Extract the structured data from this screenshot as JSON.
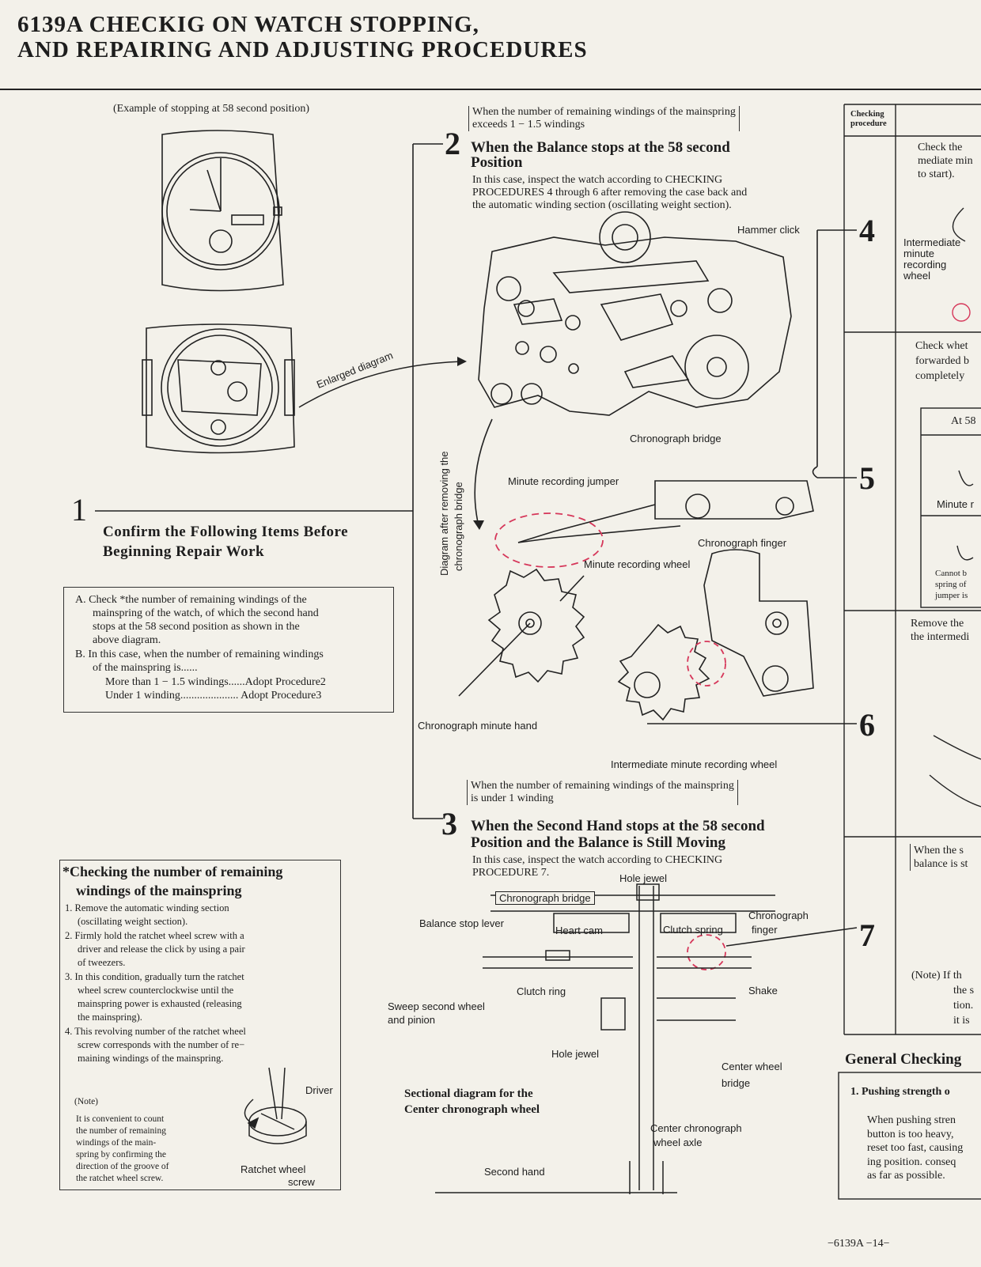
{
  "header": {
    "title_line1": "6139A CHECKIG ON WATCH STOPPING,",
    "title_line2": "AND REPAIRING AND ADJUSTING PROCEDURES"
  },
  "left": {
    "example_caption": "(Example of stopping at 58 second position)",
    "enlarged_label": "Enlarged diagram",
    "step1_number": "1",
    "step1_title_line1": "Confirm the Following Items Before",
    "step1_title_line2": "Beginning Repair Work",
    "confirm_box": {
      "a_1": "A. Check *the number of remaining windings of the",
      "a_2": "mainspring of the watch, of which the second hand",
      "a_3": "stops at the 58 second position as shown in the",
      "a_4": "above diagram.",
      "b_1": "B. In this case, when the number of remaining windings",
      "b_2": "of the mainspring is......",
      "more_than": "More than 1 − 1.5 windings......Adopt Procedure2",
      "under": "Under 1 winding..................... Adopt Procedure3"
    },
    "winding_box": {
      "title_line1": "*Checking the number of remaining",
      "title_line2": "windings of the mainspring",
      "s1_1": "1. Remove the automatic winding section",
      "s1_2": "(oscillating weight section).",
      "s2_1": "2. Firmly hold the ratchet wheel screw with a",
      "s2_2": "driver and release the click by using a pair",
      "s2_3": "of tweezers.",
      "s3_1": "3. In this condition, gradually turn the ratchet",
      "s3_2": "wheel screw counterclockwise until the",
      "s3_3": "mainspring power is exhausted (releasing",
      "s3_4": "the mainspring).",
      "s4_1": "4. This revolving number of the ratchet wheel",
      "s4_2": "screw corresponds with the number of re−",
      "s4_3": "maining windings of the mainspring.",
      "note_label": "(Note)",
      "note_1": "It is convenient to count",
      "note_2": "the number of remaining",
      "note_3": "windings of the main-",
      "note_4": "spring by confirming the",
      "note_5": "direction of the groove of",
      "note_6": "the ratchet wheel screw.",
      "driver_label": "Driver",
      "ratchet_label_1": "Ratchet wheel",
      "ratchet_label_2": "screw"
    }
  },
  "middle": {
    "step2_note_1": "When the number of remaining windings of the mainspring",
    "step2_note_2": "exceeds 1 − 1.5 windings",
    "step2_number": "2",
    "step2_title_1": "When the Balance stops at the 58 second",
    "step2_title_2": "Position",
    "step2_body_1": "In this case, inspect the watch according to CHECKING",
    "step2_body_2": "PROCEDURES 4 through 6 after removing the case back and",
    "step2_body_3": "the automatic winding section (oscillating weight section).",
    "hammer_click": "Hammer click",
    "chrono_bridge": "Chronograph bridge",
    "diagram_after_1": "Diagram after removing the",
    "diagram_after_2": "chronograph bridge",
    "minute_jumper": "Minute recording jumper",
    "chrono_finger": "Chronograph finger",
    "minute_wheel": "Minute recording wheel",
    "chrono_minute_hand": "Chronograph minute hand",
    "intermediate_wheel": "Intermediate minute recording wheel",
    "step3_note_1": "When the number of remaining windings of the mainspring",
    "step3_note_2": "is under 1 winding",
    "step3_number": "3",
    "step3_title_1": "When the Second Hand stops at the 58 second",
    "step3_title_2": "Position and the Balance is Still Moving",
    "step3_body_1": "In this case, inspect the watch according to CHECKING",
    "step3_body_2": "PROCEDURE 7.",
    "sec": {
      "hole_jewel_top": "Hole jewel",
      "chrono_bridge": "Chronograph bridge",
      "balance_stop_lever": "Balance stop lever",
      "heart_cam": "Heart cam",
      "clutch_spring": "Clutch spring",
      "chrono_finger_1": "Chronograph",
      "chrono_finger_2": "finger",
      "clutch_ring": "Clutch ring",
      "shake": "Shake",
      "sweep_1": "Sweep second wheel",
      "sweep_2": "and pinion",
      "hole_jewel_bottom": "Hole jewel",
      "center_bridge_1": "Center wheel",
      "center_bridge_2": "bridge",
      "caption_1": "Sectional diagram for the",
      "caption_2": "Center chronograph wheel",
      "axle_1": "Center chronograph",
      "axle_2": "wheel axle",
      "second_hand": "Second hand"
    }
  },
  "right": {
    "markers": [
      "4",
      "5",
      "6",
      "7"
    ],
    "header_1": "Checking",
    "header_2": "procedure",
    "r4_1": "Check the",
    "r4_2": "mediate min",
    "r4_3": "to start).",
    "r4_lbl_1": "Intermediate",
    "r4_lbl_2": "minute",
    "r4_lbl_3": "recording",
    "r4_lbl_4": "wheel",
    "r5_1": "Check whet",
    "r5_2": "forwarded b",
    "r5_3": "completely",
    "at58": "At 58",
    "minute_r": "Minute r",
    "cannot_1": "Cannot b",
    "cannot_2": "spring of",
    "cannot_3": "jumper is",
    "r6_1": "Remove the",
    "r6_2": "the intermedi",
    "r7_1": "When the s",
    "r7_2": "balance is st",
    "note_1": "(Note) If th",
    "note_2": "the s",
    "note_3": "tion.",
    "note_4": "it is",
    "general_title": "General Checking",
    "push_title": "1. Pushing strength o",
    "push_1": "When pushing stren",
    "push_2": "button is too heavy,",
    "push_3": "reset too fast, causing",
    "push_4": "ing position. conseq",
    "push_5": "as far as possible."
  },
  "footer": {
    "page": "−6139A −14−"
  }
}
